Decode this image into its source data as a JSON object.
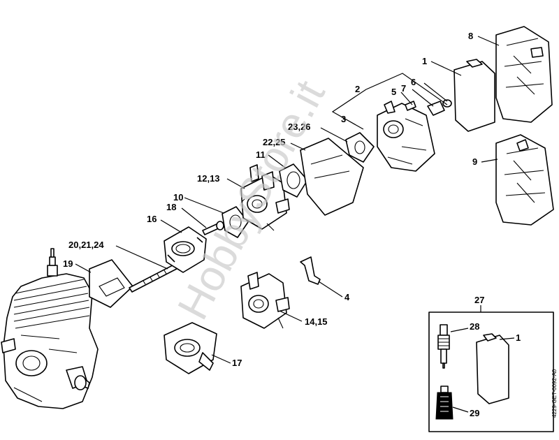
{
  "watermark": "HobbyStore.it",
  "document_id": "4229-GET-0092-A0",
  "labels": {
    "l1": "1",
    "l2": "2",
    "l4": "4",
    "l5": "5",
    "l6": "6",
    "l7": "7",
    "l8": "8",
    "l9": "9",
    "l10": "10",
    "l11": "11",
    "l12_13": "12,13",
    "l14_15": "14,15",
    "l16": "16",
    "l17": "17",
    "l18": "18",
    "l19": "19",
    "l20_21_24": "20,21,24",
    "l22_25": "22,25",
    "l23_26": "23,26",
    "l3": "3",
    "kit27": "27",
    "kit28": "28",
    "kit1": "1",
    "kit29": "29"
  }
}
